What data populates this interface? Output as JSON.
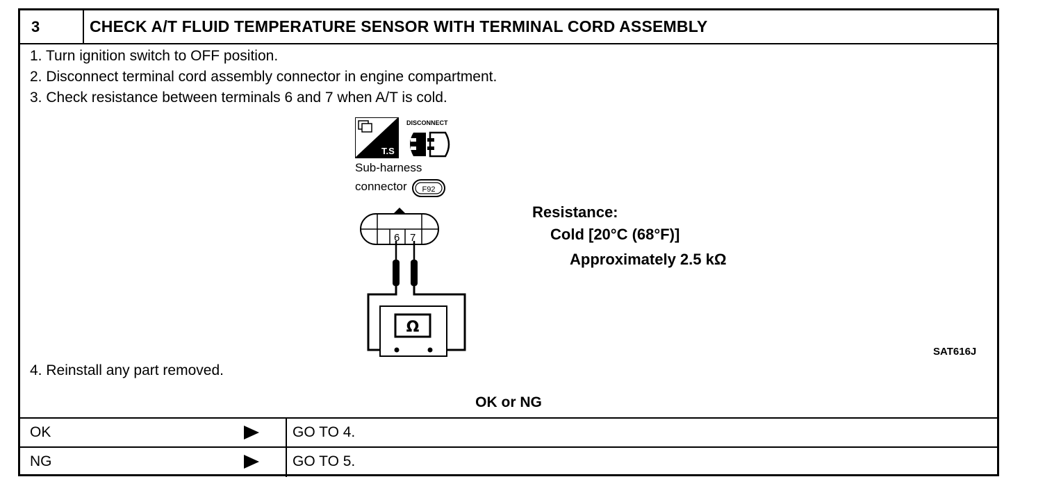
{
  "header": {
    "step_number": "3",
    "title": "CHECK A/T FLUID TEMPERATURE SENSOR WITH TERMINAL CORD ASSEMBLY"
  },
  "steps": [
    "1.  Turn ignition switch to OFF position.",
    "2.  Disconnect terminal cord assembly connector in engine compartment.",
    "3.  Check resistance between terminals 6 and 7 when A/T is cold.",
    "4.  Reinstall any part removed."
  ],
  "diagram": {
    "ts_label": "T.S",
    "disconnect_label": "DISCONNECT",
    "connector_label_line1": "Sub-harness",
    "connector_label_line2": "connector",
    "connector_id": "F92",
    "terminal_a": "6",
    "terminal_b": "7",
    "meter_symbol": "Ω",
    "figure_code": "SAT616J",
    "icons": [
      "test-symbol-icon",
      "disconnect-connector-icon",
      "ohmmeter-icon"
    ]
  },
  "resistance": {
    "label": "Resistance:",
    "condition": "Cold [20°C (68°F)]",
    "value": "Approximately 2.5 kΩ"
  },
  "result": {
    "heading": "OK or NG",
    "rows": [
      {
        "label": "OK",
        "action": "GO TO 4."
      },
      {
        "label": "NG",
        "action": "GO TO 5."
      }
    ]
  }
}
